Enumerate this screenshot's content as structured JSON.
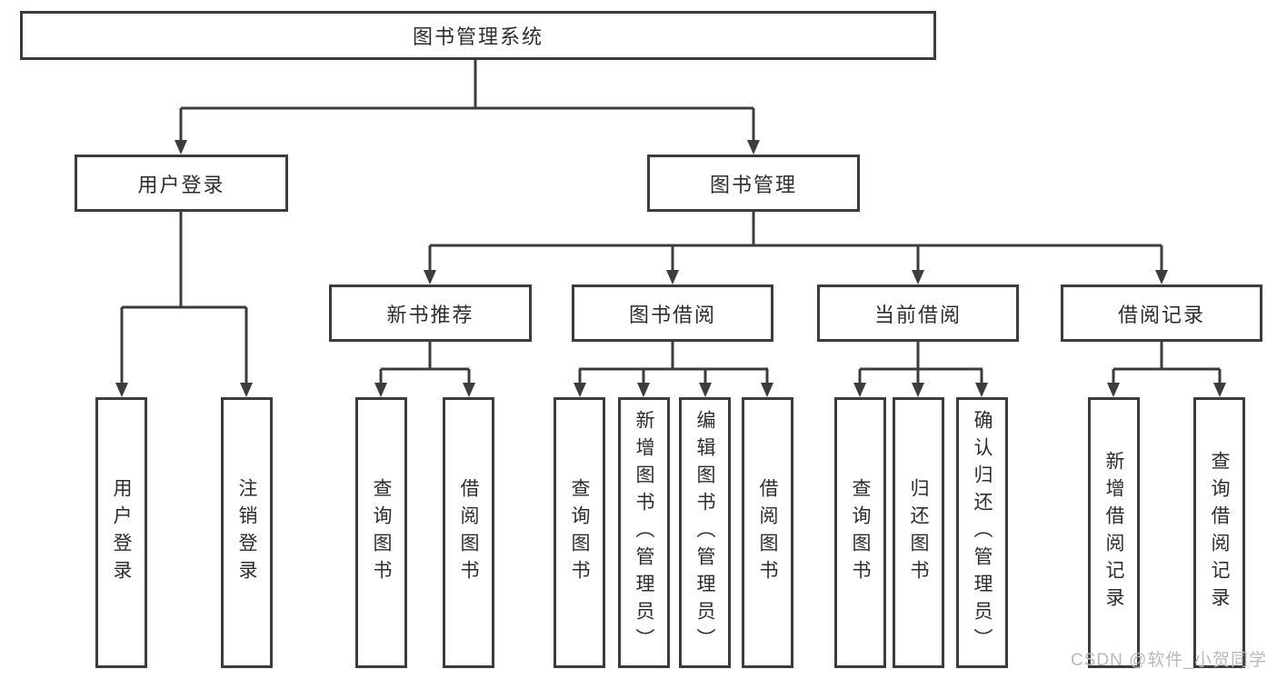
{
  "nodes": {
    "root": "图书管理系统",
    "l2": [
      "用户登录",
      "图书管理"
    ],
    "l3": [
      "新书推荐",
      "图书借阅",
      "当前借阅",
      "借阅记录"
    ],
    "leaf": {
      "login": [
        "用户登录",
        "注销登录"
      ],
      "recommend": [
        "查询图书",
        "借阅图书"
      ],
      "borrow": [
        "查询图书",
        "新增图书（管理员）",
        "编辑图书（管理员）",
        "借阅图书"
      ],
      "current": [
        "查询图书",
        "归还图书",
        "确认归还（管理员）"
      ],
      "records": [
        "新增借阅记录",
        "查询借阅记录"
      ]
    }
  },
  "watermark": "CSDN @软件_小贺同学",
  "colors": {
    "line": "#3c3c3c",
    "text": "#2d2d2d",
    "watermark": "#b9b9b9",
    "background": "#ffffff"
  }
}
